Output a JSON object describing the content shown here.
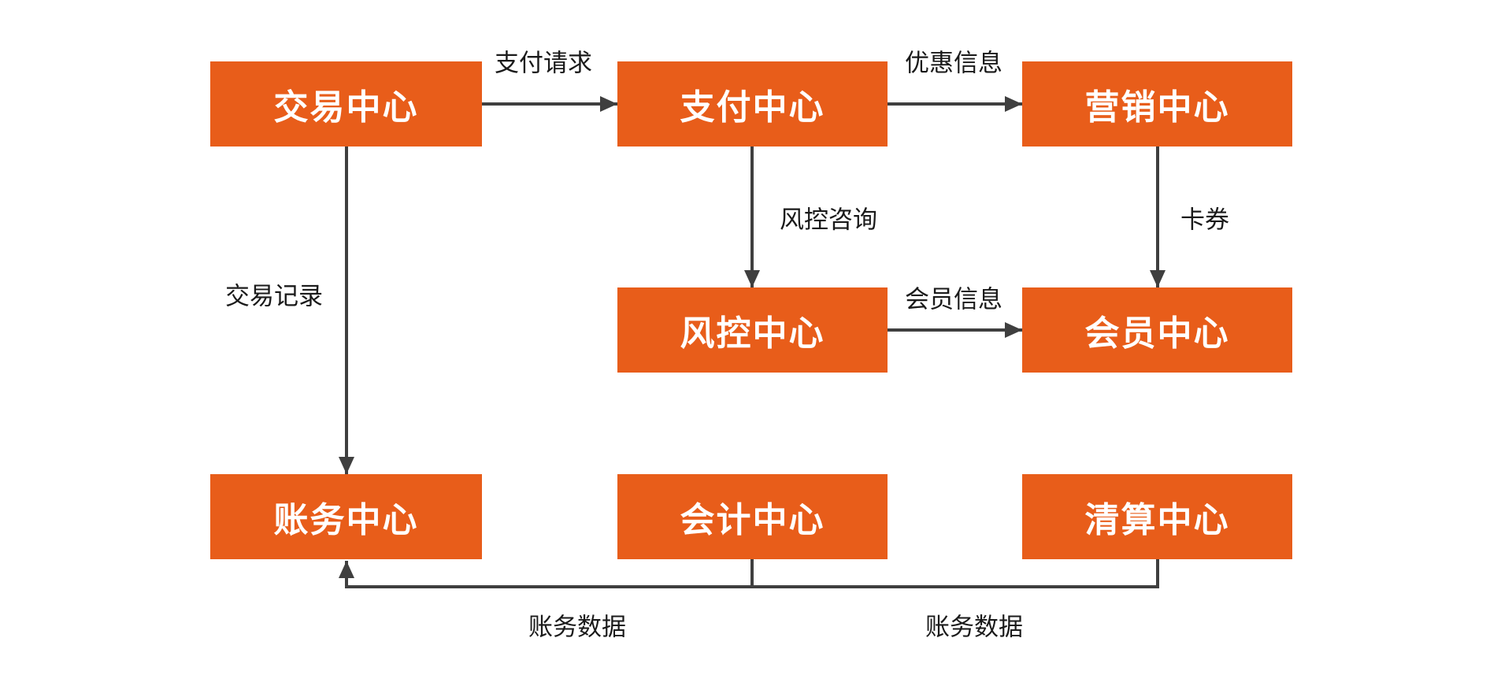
{
  "diagram": {
    "title_hint": "payment-platform-center-architecture",
    "colors": {
      "node_fill": "#E85D1A",
      "node_text": "#FFFFFF",
      "arrow": "#3F3F3F",
      "label_text": "#1A1A1A",
      "background": "#FFFFFF"
    },
    "nodes": {
      "transaction": {
        "label": "交易中心"
      },
      "payment": {
        "label": "支付中心"
      },
      "marketing": {
        "label": "营销中心"
      },
      "risk": {
        "label": "风控中心"
      },
      "member": {
        "label": "会员中心"
      },
      "account": {
        "label": "账务中心"
      },
      "accounting": {
        "label": "会计中心"
      },
      "clearing": {
        "label": "清算中心"
      }
    },
    "edges": {
      "payment_request": {
        "label": "支付请求",
        "from": "transaction",
        "to": "payment"
      },
      "promo_info": {
        "label": "优惠信息",
        "from": "payment",
        "to": "marketing"
      },
      "risk_consult": {
        "label": "风控咨询",
        "from": "payment",
        "to": "risk"
      },
      "coupon": {
        "label": "卡券",
        "from": "marketing",
        "to": "member"
      },
      "member_info": {
        "label": "会员信息",
        "from": "risk",
        "to": "member"
      },
      "transaction_record": {
        "label": "交易记录",
        "from": "transaction",
        "to": "account"
      },
      "account_data_left": {
        "label": "账务数据",
        "from": "accounting",
        "to": "account"
      },
      "account_data_right": {
        "label": "账务数据",
        "from": "clearing",
        "to": "account"
      }
    }
  }
}
